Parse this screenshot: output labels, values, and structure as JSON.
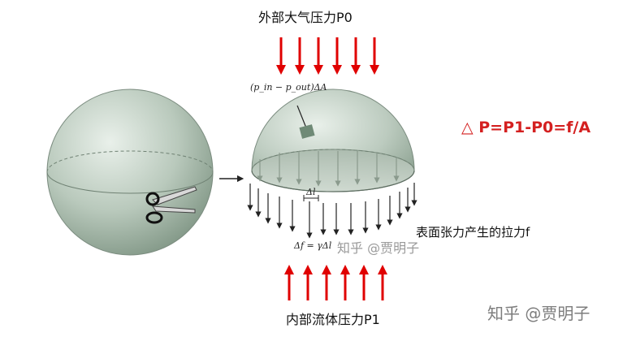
{
  "labels": {
    "top": "外部大气压力P0",
    "bottom": "内部流体压力P1",
    "surface_tension": "表面张力产生的拉力f",
    "formula": "△ P=P1-P0=f/A"
  },
  "annotations": {
    "pressure_term": "(p_in − p_out)ΔA",
    "delta_l": "Δl",
    "delta_f": "Δf = γΔl"
  },
  "watermarks": {
    "center": "知乎 @贾明子",
    "corner": "知乎 @贾明子"
  },
  "icons": {
    "scissors": "scissors-icon"
  },
  "colors": {
    "arrow_red": "#e00000",
    "formula_red": "#d42020",
    "sphere_fill": "#b9c9bc"
  }
}
